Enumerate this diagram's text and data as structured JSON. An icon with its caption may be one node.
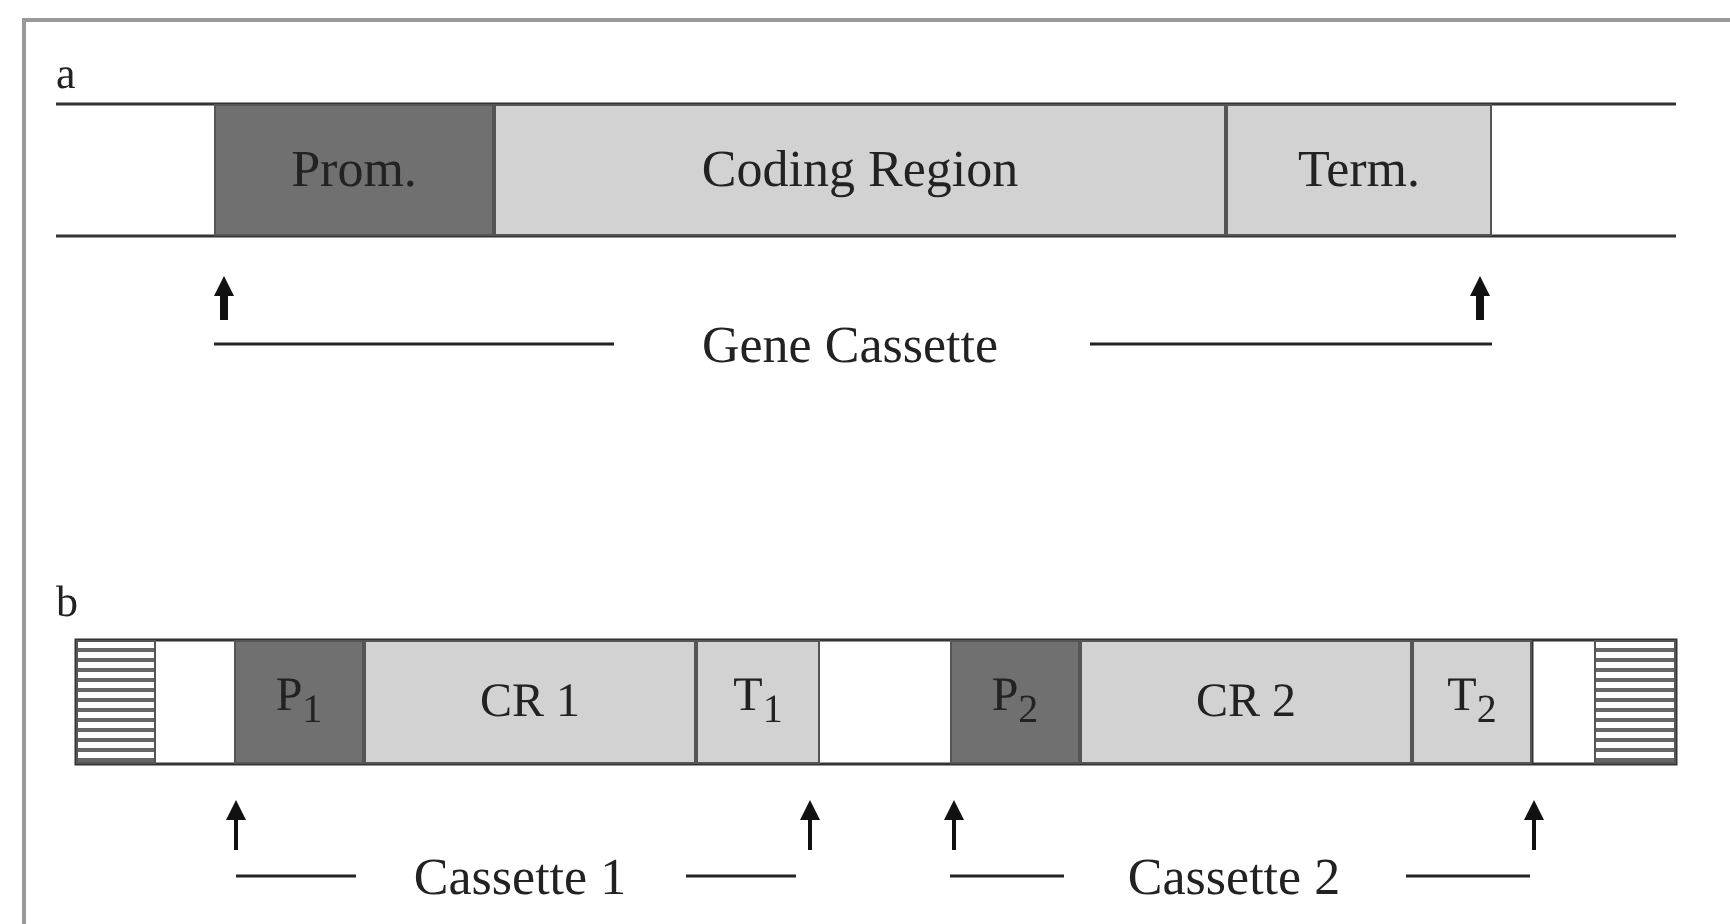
{
  "diagram": {
    "nodes": [
      {
        "text": [
          "Prom."
        ]
      },
      {
        "text": [
          "Coding Region"
        ]
      },
      {
        "text": [
          "Term."
        ]
      },
      {
        "text": [],
        "shape": "box"
      },
      {
        "text": [
          "P$_{1}$"
        ]
      },
      {
        "text": [
          "CR 1"
        ]
      },
      {
        "text": [
          "T$_{1}$"
        ]
      },
      {
        "text": [
          "P$_{2}$"
        ]
      },
      {
        "text": [
          "CR 2"
        ]
      },
      {
        "text": [
          "T$_{2}$"
        ]
      },
      {
        "text": [],
        "shape": "box"
      }
    ],
    "labels": [
      "a",
      "Gene Cassette",
      "b",
      "Cassette 1",
      "Cassette 2"
    ]
  }
}
